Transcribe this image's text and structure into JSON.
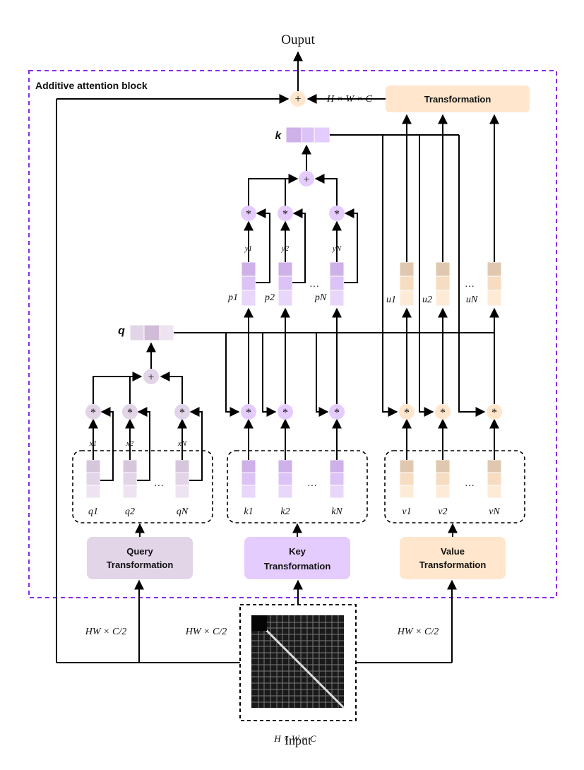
{
  "title": "Ouput",
  "block_label": "Additive attention block",
  "input_label": "Input",
  "input_dims": "H × W × C",
  "sum_dims": "H × W × C",
  "branch_dims": [
    "HW × C/2",
    "HW × C/2",
    "HW × C/2"
  ],
  "transformation_label": "Transformation",
  "boxes": {
    "query": [
      "Query",
      "Transformation"
    ],
    "key": [
      "Key",
      "Transformation"
    ],
    "value": [
      "Value",
      "Transformation"
    ]
  },
  "vectors": {
    "q": "q",
    "k": "k",
    "q_items": [
      "q1",
      "q2",
      "qN"
    ],
    "k_items": [
      "k1",
      "k2",
      "kN"
    ],
    "v_items": [
      "v1",
      "v2",
      "vN"
    ],
    "p_items": [
      "p1",
      "p2",
      "pN"
    ],
    "u_items": [
      "u1",
      "u2",
      "uN"
    ],
    "x_items": [
      "x1",
      "x2",
      "xN"
    ],
    "y_items": [
      "y1",
      "y2",
      "yN"
    ]
  },
  "operators": {
    "mul": "*",
    "add": "+"
  },
  "ellipsis": "···",
  "colors": {
    "query": "#e1d5e7",
    "key": "#e5ccff",
    "value": "#ffe6cc",
    "border": "#8a2be2"
  }
}
